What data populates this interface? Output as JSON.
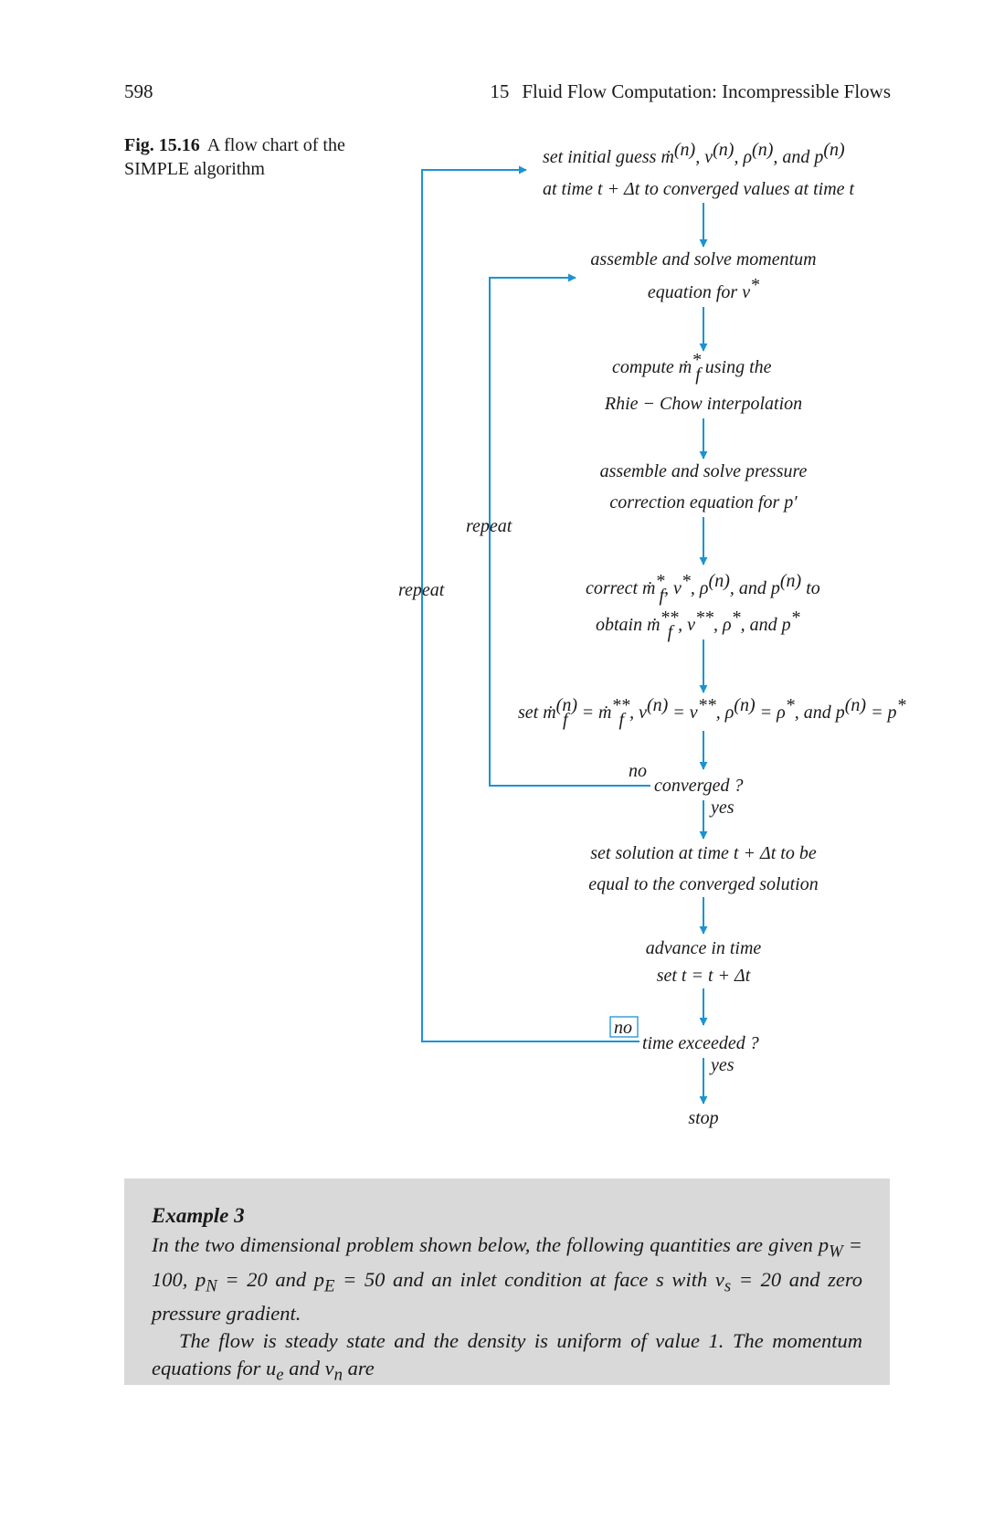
{
  "header": {
    "page_number": "598",
    "chapter_number": "15",
    "chapter_title": "Fluid Flow Computation: Incompressible Flows"
  },
  "caption": {
    "label": "Fig. 15.16",
    "text": "A flow chart of the SIMPLE algorithm"
  },
  "flowchart": {
    "step1_line1": "set initial guess ṁ(n), v(n), ρ(n), and p(n)",
    "step1_line2": "at time t + Δt to converged values at time t",
    "step2_line1": "assemble and solve momentum",
    "step2_line2": "equation for v*",
    "step3_line1": "compute ṁf* using the",
    "step3_line2": "Rhie − Chow interpolation",
    "step4_line1": "assemble and solve pressure",
    "step4_line2": "correction equation for p′",
    "step5_line1": "correct ṁf*, v*, ρ(n), and p(n) to",
    "step5_line2": "obtain ṁf**, v**, ρ*, and p*",
    "step6": "set ṁf(n) = ṁf**, v(n) = v**, ρ(n) = ρ*, and p(n) = p*",
    "decision1": "converged ?",
    "decision1_no": "no",
    "decision1_yes": "yes",
    "step7_line1": "set solution at time t + Δt to be",
    "step7_line2": "equal to the converged solution",
    "step8_line1": "advance in time",
    "step8_line2": "set t = t + Δt",
    "decision2": "time exceeded ?",
    "decision2_no": "no",
    "decision2_yes": "yes",
    "end": "stop",
    "inner_loop_label": "repeat",
    "outer_loop_label": "repeat"
  },
  "example": {
    "title": "Example 3",
    "paragraph1": "In the two dimensional problem shown below, the following quantities are given pW = 100, pN = 20 and pE = 50 and an inlet condition at face s with vs = 20 and zero pressure gradient.",
    "paragraph2": "The flow is steady state and the density is uniform of value 1. The momentum equations for ue and vn are"
  },
  "colors": {
    "flow_accent": "#1b93d3",
    "example_background": "#d9d9d9"
  }
}
